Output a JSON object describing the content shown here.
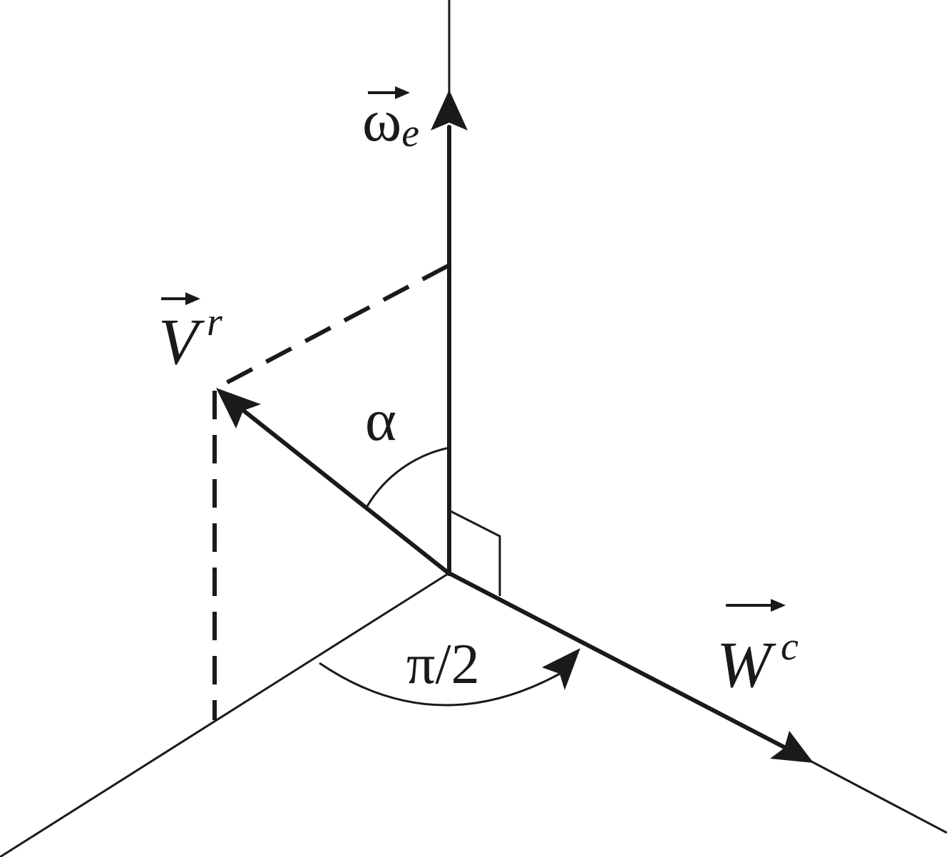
{
  "diagram": {
    "colors": {
      "ink": "#1a1a1a",
      "background": "#ffffff"
    },
    "vectors": {
      "omega": {
        "symbol": "ω",
        "subscript": "e"
      },
      "v": {
        "symbol": "V",
        "superscript": "r"
      },
      "w": {
        "symbol": "W",
        "superscript": "c"
      }
    },
    "angles": {
      "alpha": "α",
      "rotation": "π/2"
    }
  }
}
